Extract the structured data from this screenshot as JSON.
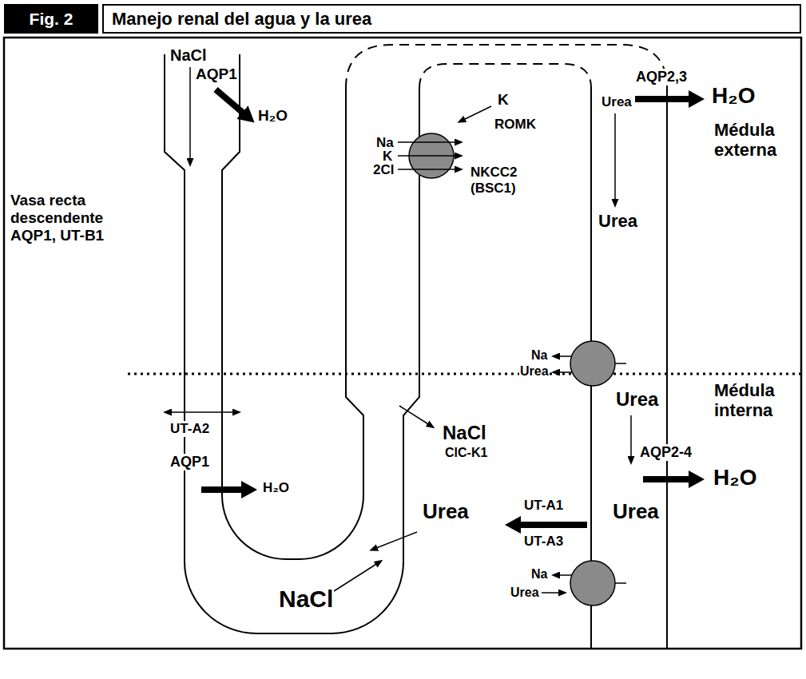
{
  "diagram": {
    "title": "Manejo renal del agua y la urea",
    "nodes": [
      {
        "text": [
          "Fig. 2"
        ]
      }
    ],
    "labels": [
      "NaCl",
      "AQP1",
      "H₂O",
      "Vasa recta descendente AQP1, UT-B1",
      "K",
      "ROMK",
      "Na",
      "K",
      "2Cl",
      "NKCC2 (BSC1)",
      "Urea",
      "AQP2,3",
      "H₂O",
      "Médula externa",
      "Urea",
      "UT-A2",
      "Na",
      "Urea",
      "Urea",
      "Médula interna",
      "NaCl",
      "ClC-K1",
      "AQP1",
      "H₂O",
      "AQP2-4",
      "H₂O",
      "UT-A1",
      "Urea",
      "Urea",
      "UT-A3",
      "Na",
      "Urea",
      "NaCl"
    ]
  }
}
